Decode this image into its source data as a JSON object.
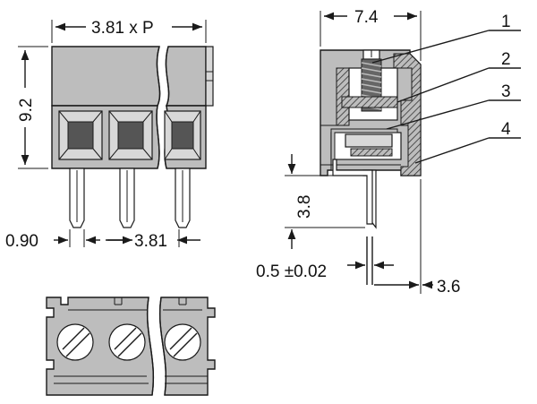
{
  "dimensions": {
    "pitch": "3.81 x P",
    "height": "9.2",
    "pin_width": "0.90",
    "pin_pitch": "3.81",
    "depth": "7.4",
    "pin_length": "3.8",
    "pin_thickness": "0.5 ±0.02",
    "pin_offset": "3.6"
  },
  "callouts": [
    "1",
    "2",
    "3",
    "4"
  ],
  "colors": {
    "body": "#bdbdbd",
    "line": "#1a1a1a",
    "background": "#ffffff"
  }
}
